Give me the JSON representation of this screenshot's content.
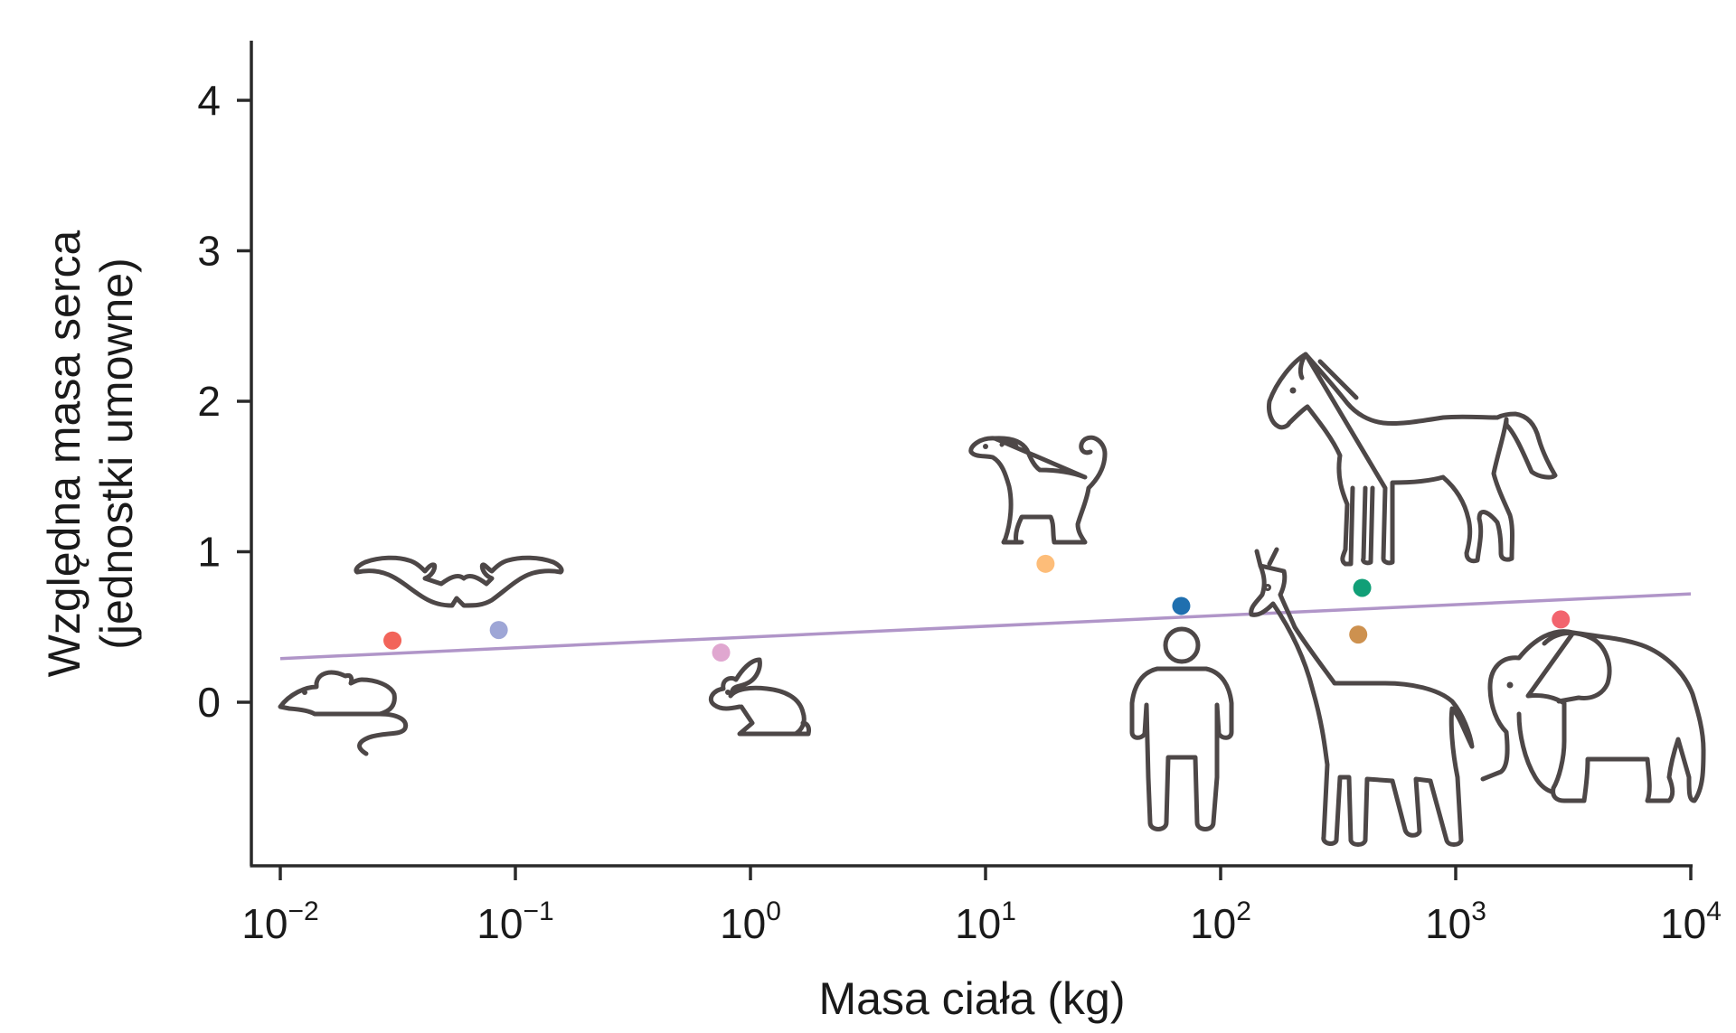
{
  "chart_data": {
    "type": "scatter",
    "xlabel": "Masa ciała (kg)",
    "ylabel_line1": "Względna masa serca",
    "ylabel_line2": "(jednostki umowne)",
    "xscale": "log",
    "xlim": [
      0.01,
      10000
    ],
    "ylim": [
      -1.07,
      4.38
    ],
    "x_ticks": [
      {
        "value": 0.01,
        "base": "10",
        "exp": "−2"
      },
      {
        "value": 0.1,
        "base": "10",
        "exp": "−1"
      },
      {
        "value": 1,
        "base": "10",
        "exp": "0"
      },
      {
        "value": 10,
        "base": "10",
        "exp": "1"
      },
      {
        "value": 100,
        "base": "10",
        "exp": "2"
      },
      {
        "value": 1000,
        "base": "10",
        "exp": "3"
      },
      {
        "value": 10000,
        "base": "10",
        "exp": "4"
      }
    ],
    "y_ticks": [
      {
        "value": 0,
        "label": "0"
      },
      {
        "value": 1,
        "label": "1"
      },
      {
        "value": 2,
        "label": "2"
      },
      {
        "value": 3,
        "label": "3"
      },
      {
        "value": 4,
        "label": "4"
      }
    ],
    "points": [
      {
        "animal": "mouse",
        "x": 0.03,
        "y": 0.41,
        "color": "#f2645a"
      },
      {
        "animal": "bat",
        "x": 0.085,
        "y": 0.48,
        "color": "#9ea6d6"
      },
      {
        "animal": "rabbit",
        "x": 0.75,
        "y": 0.33,
        "color": "#e0a7d0"
      },
      {
        "animal": "dog",
        "x": 18,
        "y": 0.92,
        "color": "#fdbd79"
      },
      {
        "animal": "human",
        "x": 68,
        "y": 0.64,
        "color": "#1f6faf"
      },
      {
        "animal": "giraffe",
        "x": 385,
        "y": 0.45,
        "color": "#cd914f"
      },
      {
        "animal": "horse",
        "x": 400,
        "y": 0.76,
        "color": "#119f77"
      },
      {
        "animal": "elephant",
        "x": 2800,
        "y": 0.55,
        "color": "#f2646e"
      }
    ],
    "trendline": {
      "x": [
        0.01,
        10000
      ],
      "y": [
        0.29,
        0.72
      ],
      "color": "#b095c8"
    }
  }
}
